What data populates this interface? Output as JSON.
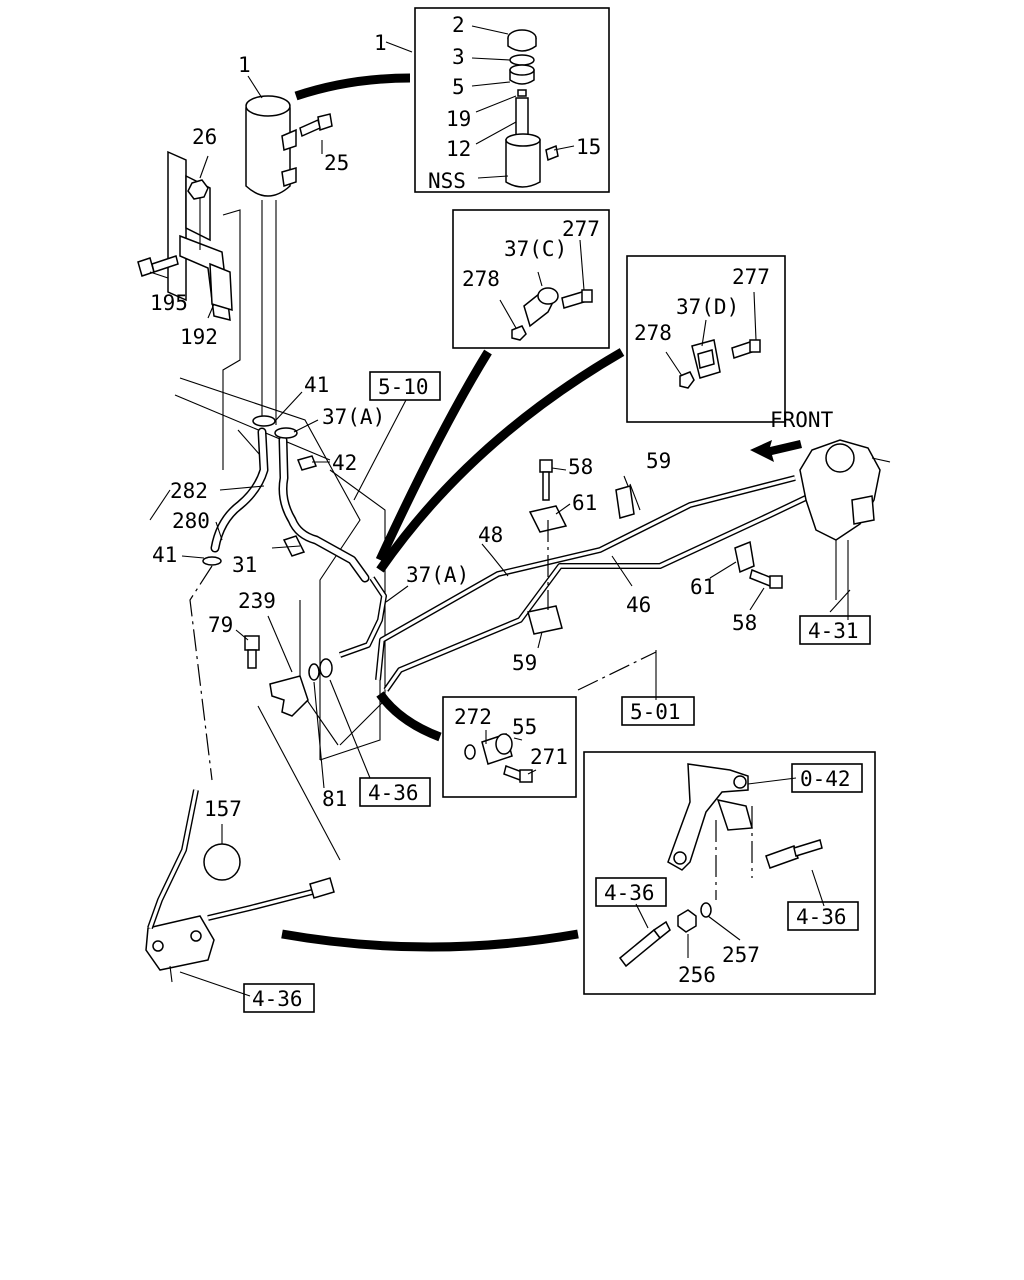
{
  "diagram": {
    "front_label": "FRONT",
    "callouts": {
      "c1": "1",
      "c2": "2",
      "c3": "3",
      "c5": "5",
      "c19": "19",
      "c12": "12",
      "c15": "15",
      "nss": "NSS",
      "c1_tank": "1",
      "c26": "26",
      "c25": "25",
      "c195": "195",
      "c192": "192",
      "c277_c": "277",
      "c37c": "37(C)",
      "c278_c": "278",
      "c277_d": "277",
      "c37d": "37(D)",
      "c278_d": "278",
      "c41_top": "41",
      "c37a_top": "37(A)",
      "c42": "42",
      "c282": "282",
      "c280": "280",
      "c41_left": "41",
      "c31": "31",
      "c37a_mid": "37(A)",
      "c48": "48",
      "c58_top": "58",
      "c61_top": "61",
      "c59_top": "59",
      "c46": "46",
      "c61_right": "61",
      "c58_right": "58",
      "c59_bottom": "59",
      "c239": "239",
      "c79": "79",
      "c81": "81",
      "c157": "157",
      "c272": "272",
      "c55": "55",
      "c271": "271",
      "c256": "256",
      "c257": "257"
    },
    "refs": {
      "r510": "5-10",
      "r431": "4-31",
      "r501": "5-01",
      "r436_mid": "4-36",
      "r042": "0-42",
      "r436_inset_left": "4-36",
      "r436_inset_right": "4-36",
      "r436_bottom": "4-36"
    }
  }
}
